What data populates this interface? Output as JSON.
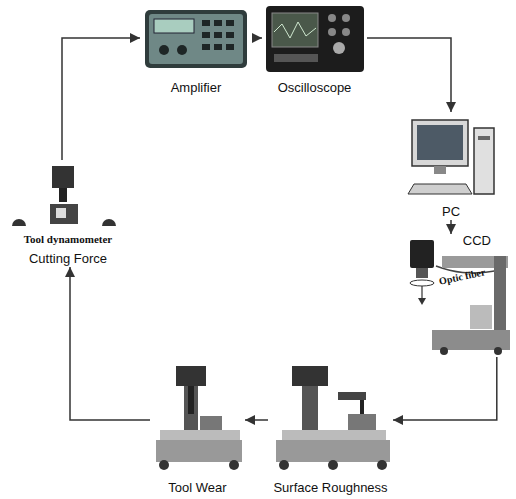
{
  "diagram": {
    "nodes": [
      {
        "text": [
          "Amplifier"
        ]
      },
      {
        "text": [
          "Oscilloscope"
        ]
      },
      {
        "text": [
          "PC"
        ]
      },
      {
        "text": [
          "CCD"
        ]
      },
      {
        "text": [
          "Surface Roughness"
        ]
      },
      {
        "text": [
          "Tool Wear"
        ]
      },
      {
        "text": [
          "Tool dynamometer",
          "Cutting Force"
        ]
      }
    ],
    "edges": [
      {
        "from": 6,
        "to": 0,
        "arrow": "to"
      },
      {
        "from": 0,
        "to": 1,
        "arrow": "to"
      },
      {
        "from": 1,
        "to": 2,
        "arrow": "to"
      },
      {
        "from": 2,
        "to": 3,
        "arrow": "to"
      },
      {
        "from": 3,
        "to": 4,
        "arrow": "to"
      },
      {
        "from": 4,
        "to": 5,
        "arrow": "to"
      },
      {
        "from": 5,
        "to": 6,
        "arrow": "to"
      }
    ],
    "labels": [
      "Optic fiber"
    ]
  }
}
